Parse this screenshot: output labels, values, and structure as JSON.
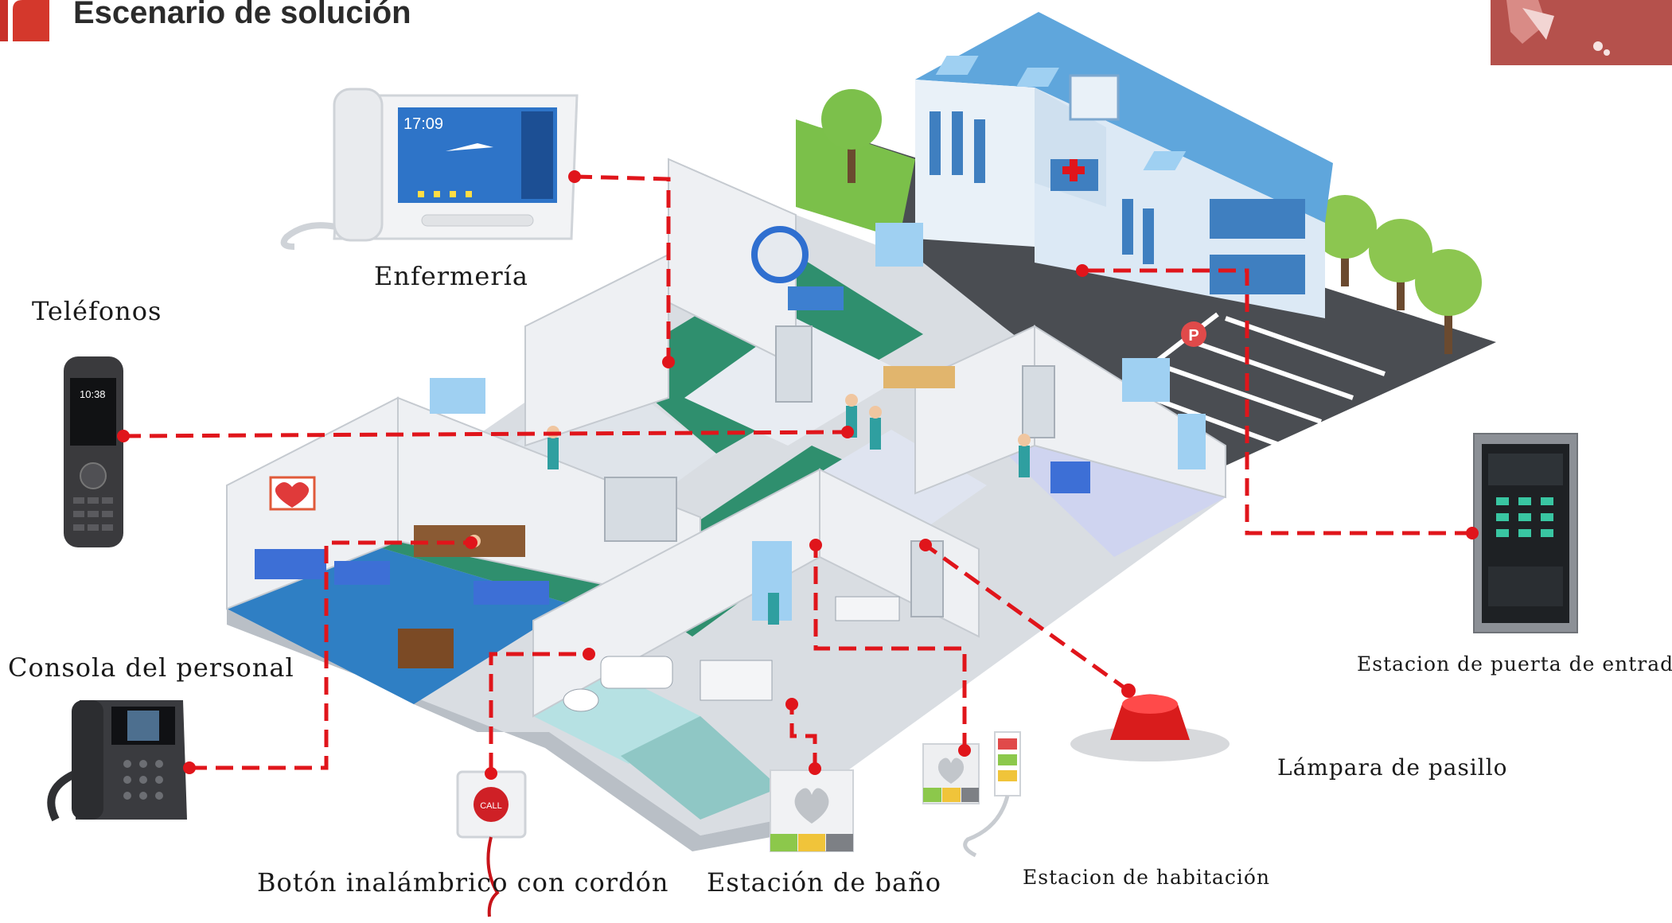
{
  "title": "Escenario de solución",
  "colors": {
    "accent_red": "#e0151b",
    "brand_red": "#c8312a",
    "floor_green": "#2f8f6e",
    "floor_blue": "#2f7fc4",
    "building_blue": "#5fa6dc"
  },
  "labels": {
    "nurse_station": "Enfermería",
    "phones": "Teléfonos",
    "staff_console": "Consola del personal",
    "pull_cord_button": "Botón inalámbrico con cordón",
    "bathroom_station": "Estación de baño",
    "room_station": "Estacion de habitación",
    "corridor_lamp": "Lámpara de pasillo",
    "door_station": "Estacion de puerta de entrada"
  },
  "devices": {
    "nurse_screen_time": "17:09",
    "handset_screen": "10:38",
    "call_button_text": "CALL"
  },
  "icons": [
    "title-mark-icon",
    "corner-logo-icon",
    "hospital-cross-icon",
    "parking-icon",
    "heart-icon"
  ]
}
